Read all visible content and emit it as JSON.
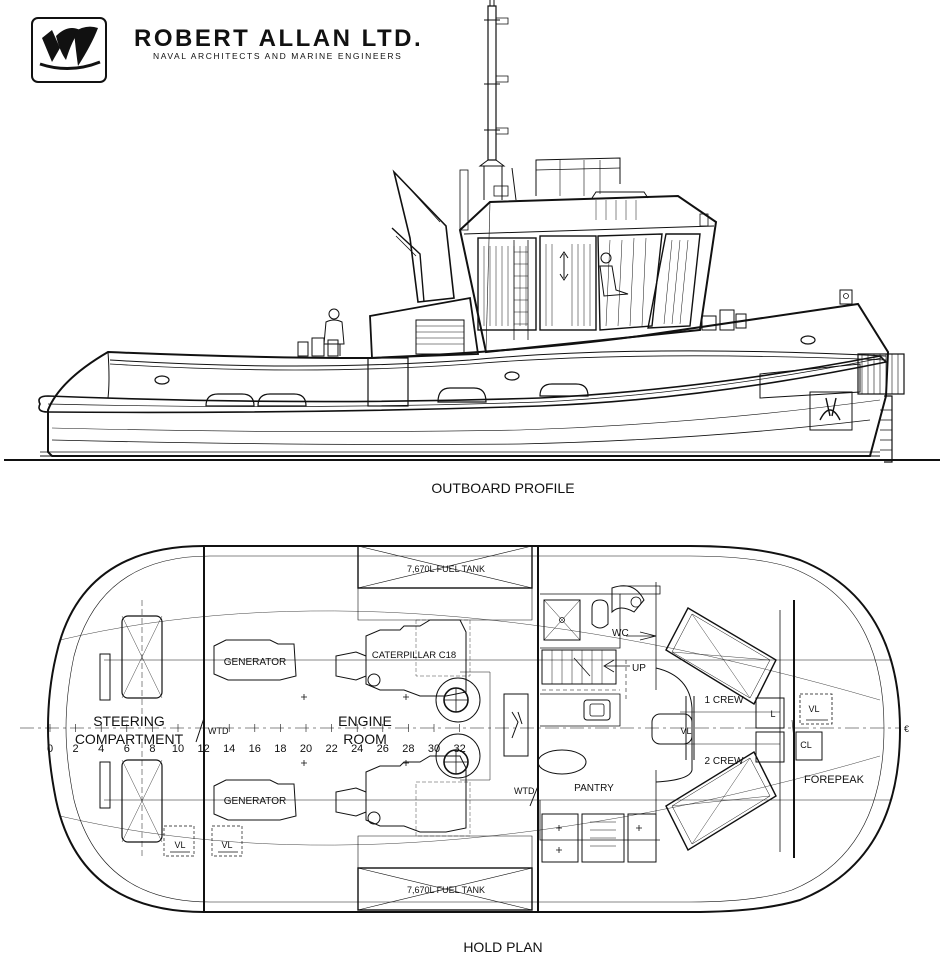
{
  "header": {
    "company_name": "ROBERT ALLAN LTD.",
    "company_tagline": "NAVAL ARCHITECTS AND MARINE ENGINEERS"
  },
  "profile": {
    "title": "OUTBOARD PROFILE"
  },
  "hold_plan": {
    "title": "HOLD PLAN",
    "fuel_tank_top": "7,670L FUEL TANK",
    "fuel_tank_bottom": "7,670L FUEL TANK",
    "generator_top": "GENERATOR",
    "generator_bottom": "GENERATOR",
    "engine_label": "CATERPILLAR C18",
    "steering_line1": "STEERING",
    "steering_line2": "COMPARTMENT",
    "engine_room_line1": "ENGINE",
    "engine_room_line2": "ROOM",
    "wtd_aft": "WTD",
    "wtd_fwd": "WTD",
    "wc": "WC",
    "up": "UP",
    "pantry": "PANTRY",
    "crew_1": "1 CREW",
    "crew_2": "2 CREW",
    "forepeak": "FOREPEAK",
    "vl": "VL",
    "cl": "CL",
    "locker": "L",
    "frames": [
      "0",
      "2",
      "4",
      "6",
      "8",
      "10",
      "12",
      "14",
      "16",
      "18",
      "20",
      "22",
      "24",
      "26",
      "28",
      "30",
      "32"
    ]
  }
}
